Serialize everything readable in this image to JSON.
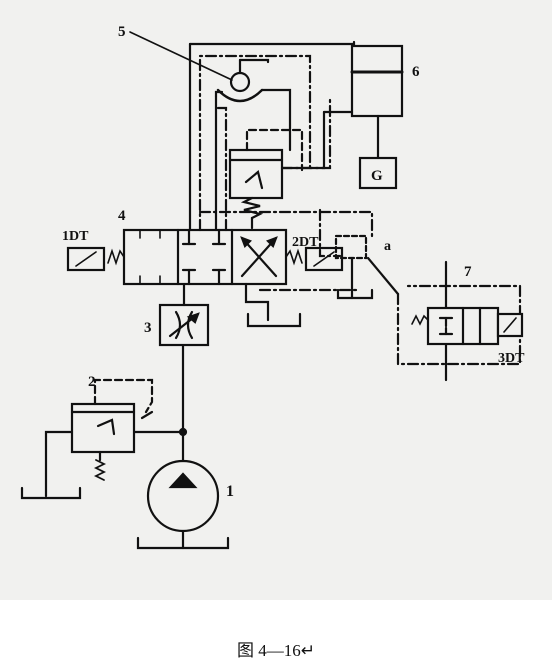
{
  "labels": {
    "pump": "1",
    "relief_valve": "2",
    "throttle_valve": "3",
    "directional_valve": "4",
    "check_valve": "5",
    "cylinder": "6",
    "solenoid_valve": "7",
    "gauge": "G",
    "solenoid_1": "1DT",
    "solenoid_2": "2DT",
    "solenoid_3": "3DT",
    "point_a": "a"
  },
  "caption": "图 4—16↵"
}
